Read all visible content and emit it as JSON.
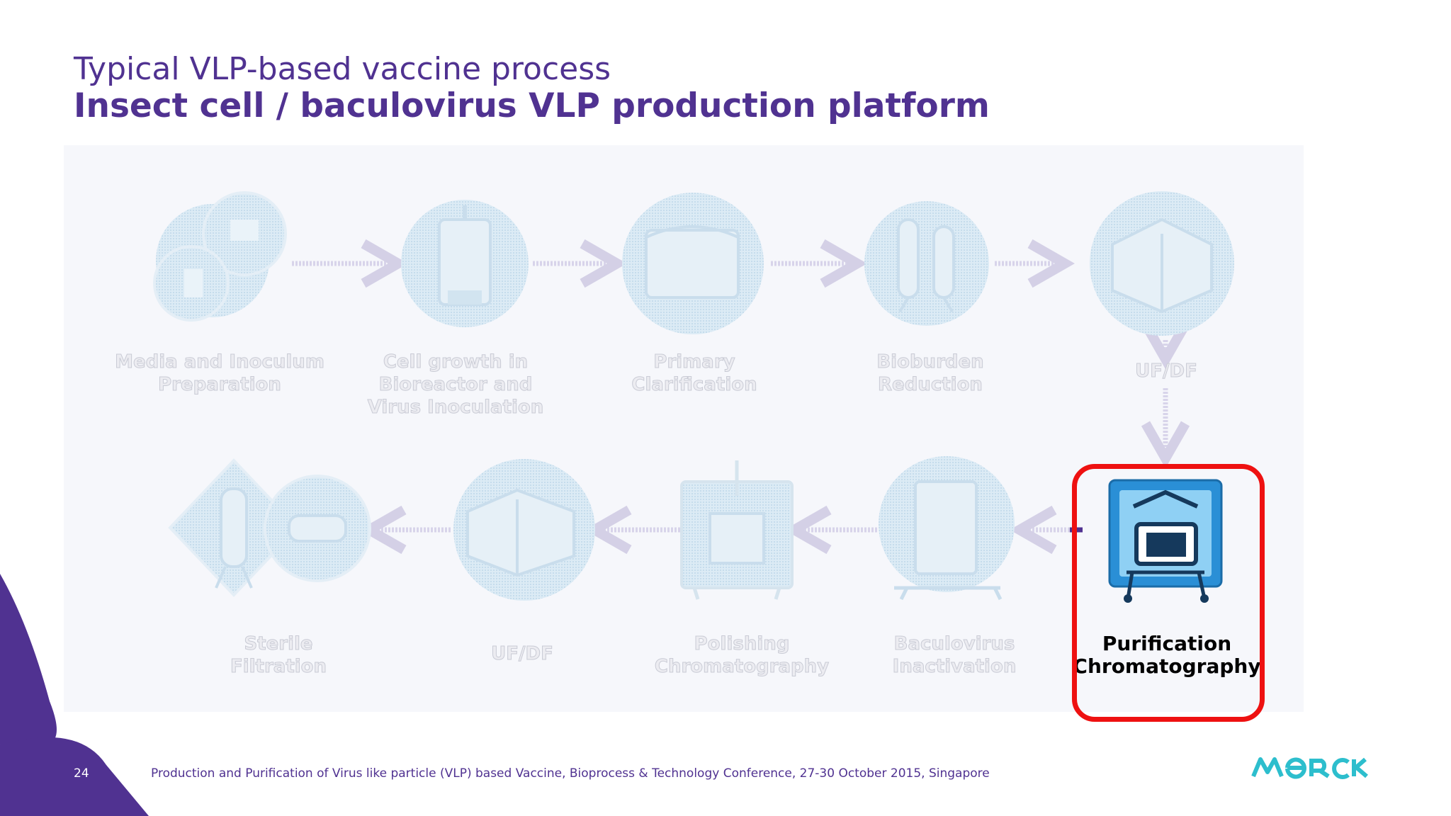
{
  "header": {
    "title": "Typical VLP-based vaccine process",
    "subtitle": "Insect cell / baculovirus VLP production platform"
  },
  "steps": [
    {
      "label": "Media and Inoculum\nPreparation",
      "icon": "media-inoculum-icon"
    },
    {
      "label": "Cell growth in\nBioreactor and\nVirus Inoculation",
      "icon": "bioreactor-icon"
    },
    {
      "label": "Primary\nClarification",
      "icon": "clarification-icon"
    },
    {
      "label": "Bioburden\nReduction",
      "icon": "filter-capsule-icon"
    },
    {
      "label": "UF/DF",
      "icon": "tff-cassette-icon"
    },
    {
      "label": "Purification\nChromatography",
      "icon": "chromatography-system-icon",
      "highlighted": true
    },
    {
      "label": "Baculovirus\nInactivation",
      "icon": "tank-icon"
    },
    {
      "label": "Polishing\nChromatography",
      "icon": "chromatography-column-icon"
    },
    {
      "label": "UF/DF",
      "icon": "tff-cassette-icon"
    },
    {
      "label": "Sterile\nFiltration",
      "icon": "sterile-filter-icon"
    }
  ],
  "footer": {
    "page_number": "24",
    "text": "Production and Purification of Virus like particle (VLP) based Vaccine, Bioprocess & Technology Conference, 27-30 October 2015, Singapore",
    "logo": "MERCK"
  },
  "colors": {
    "brand_purple": "#503291",
    "highlight_red": "#ee1111",
    "faded_blue": "#d6e8f3",
    "active_blue": "#2a8fd6",
    "logo_teal": "#2dbecd"
  }
}
